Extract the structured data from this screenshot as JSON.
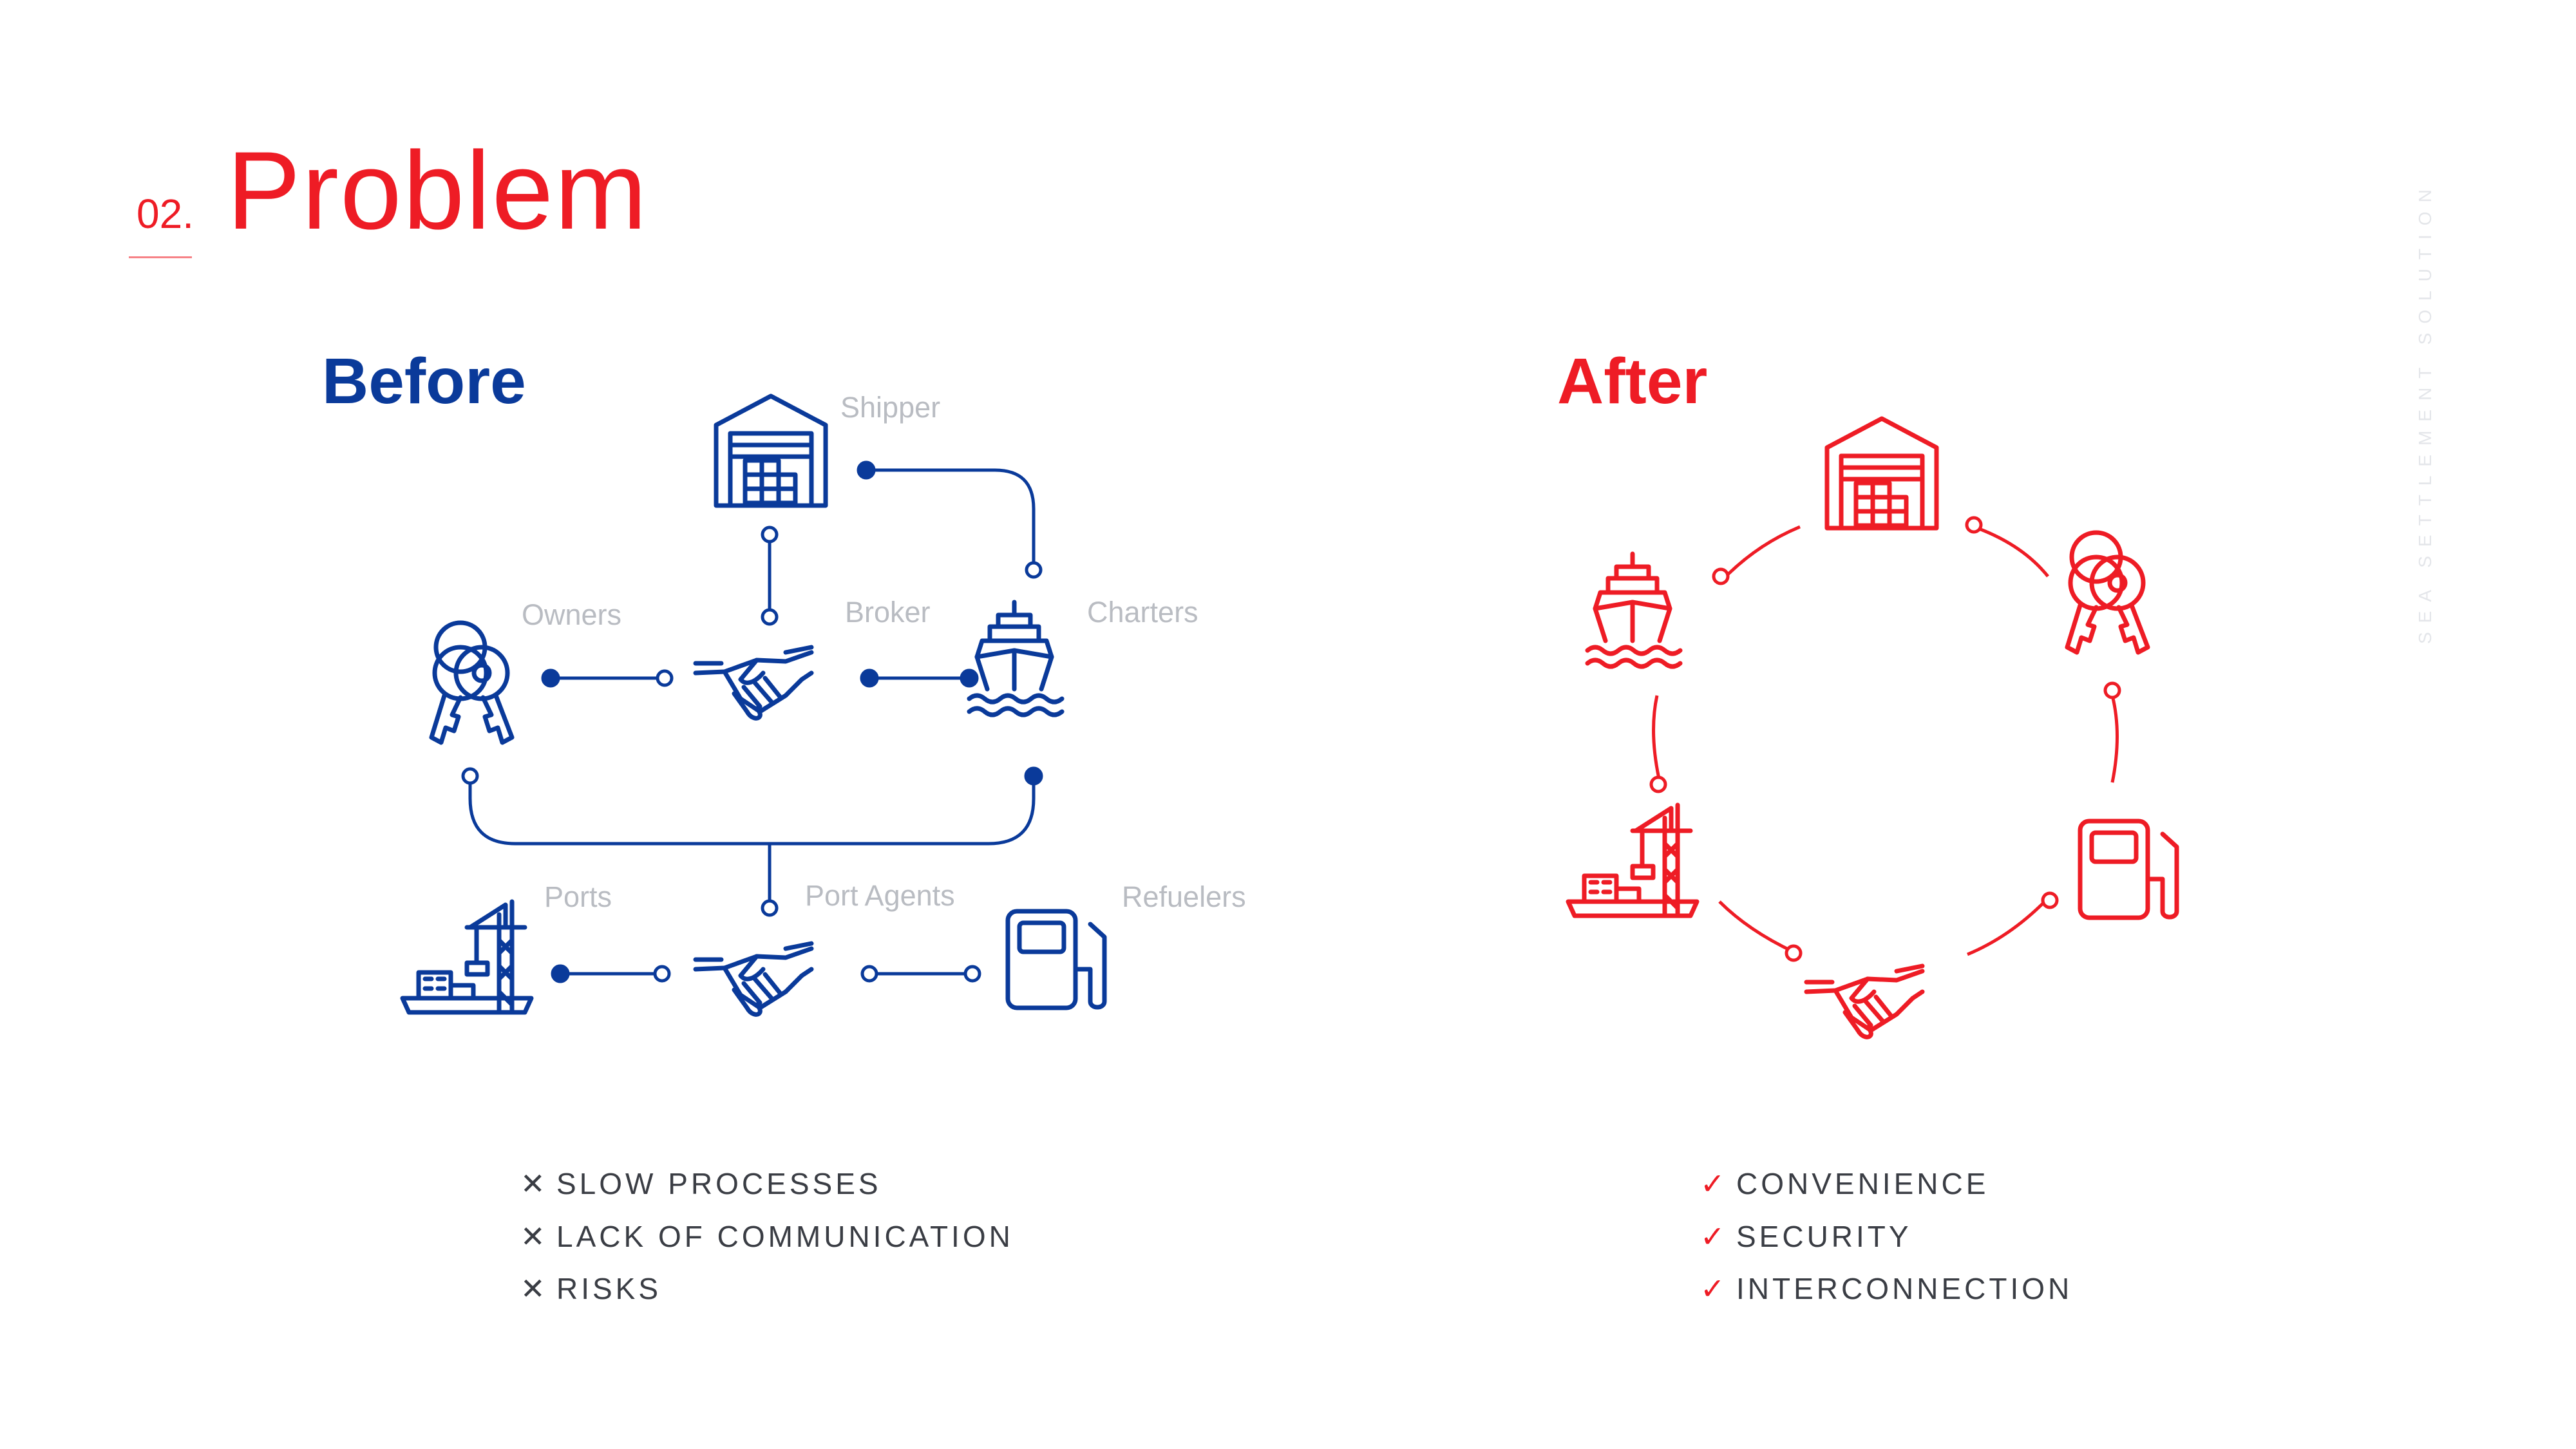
{
  "header": {
    "section_number": "02.",
    "title": "Problem",
    "side_caption": "SEA SETTLEMENT SOLUTION"
  },
  "before": {
    "heading": "Before",
    "nodes": {
      "shipper": "Shipper",
      "owners": "Owners",
      "broker": "Broker",
      "charters": "Charters",
      "ports": "Ports",
      "port_agents": "Port Agents",
      "refuelers": "Refuelers"
    },
    "list": {
      "mark": "✕",
      "items": [
        "SLOW PROCESSES",
        "LACK OF COMMUNICATION",
        "RISKS"
      ]
    }
  },
  "after": {
    "heading": "After",
    "list": {
      "mark": "✓",
      "items": [
        "CONVENIENCE",
        "SECURITY",
        "INTERCONNECTION"
      ]
    }
  },
  "colors": {
    "accent_red": "#ee1c25",
    "navy": "#0a3a9a",
    "label_gray": "#b9bcc2",
    "text_dark": "#3a3d44"
  },
  "icons": {
    "before": [
      "warehouse-icon",
      "keys-icon",
      "handshake-icon",
      "ship-icon",
      "port-crane-icon",
      "handshake-icon",
      "fuel-pump-icon"
    ],
    "after": [
      "warehouse-icon",
      "keys-icon",
      "fuel-pump-icon",
      "handshake-icon",
      "port-crane-icon",
      "ship-icon"
    ]
  }
}
